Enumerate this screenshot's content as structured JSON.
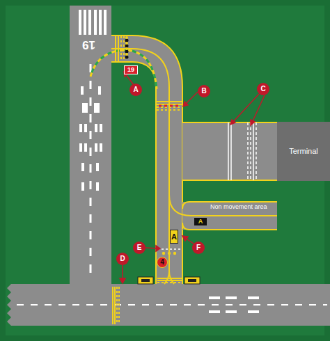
{
  "diagram": {
    "nodes": [
      {
        "text": [
          "19"
        ]
      },
      {
        "text": [
          "A"
        ]
      },
      {
        "text": [
          "B"
        ]
      },
      {
        "text": [
          "C"
        ]
      },
      {
        "text": [
          "Terminal"
        ]
      },
      {
        "text": [
          "A"
        ]
      },
      {
        "text": [
          "A"
        ]
      },
      {
        "text": [
          "E"
        ]
      },
      {
        "text": [
          "F"
        ]
      },
      {
        "text": [
          "D"
        ]
      },
      {
        "text": [
          "4"
        ]
      }
    ],
    "labels": [
      "19",
      "Non movement area"
    ]
  }
}
